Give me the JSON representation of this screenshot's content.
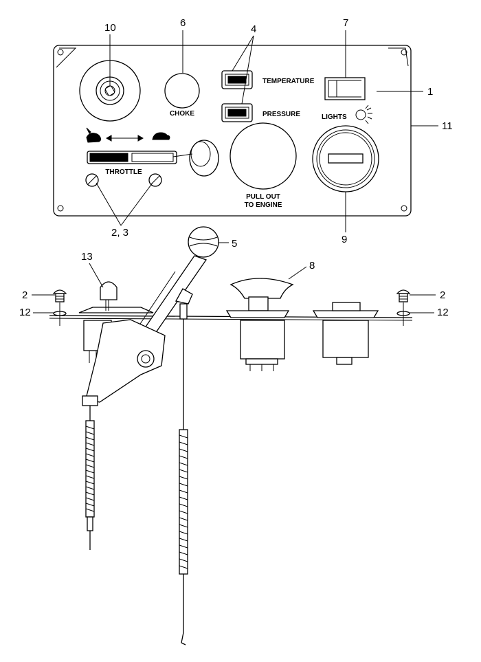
{
  "panel_labels": {
    "choke": "CHOKE",
    "temperature": "TEMPERATURE",
    "pressure": "PRESSURE",
    "lights": "LIGHTS",
    "throttle": "THROTTLE",
    "pull_out_line1": "PULL OUT",
    "pull_out_line2": "TO ENGINE"
  },
  "callouts": {
    "c1": "1",
    "c2_3": "2, 3",
    "c2_left": "2",
    "c2_right": "2",
    "c4": "4",
    "c5": "5",
    "c6": "6",
    "c7": "7",
    "c8": "8",
    "c9": "9",
    "c10": "10",
    "c11": "11",
    "c12_left": "12",
    "c12_right": "12",
    "c13": "13"
  },
  "icons": [
    "rabbit-icon",
    "turtle-icon",
    "light-bulb-icon",
    "key-icon"
  ]
}
